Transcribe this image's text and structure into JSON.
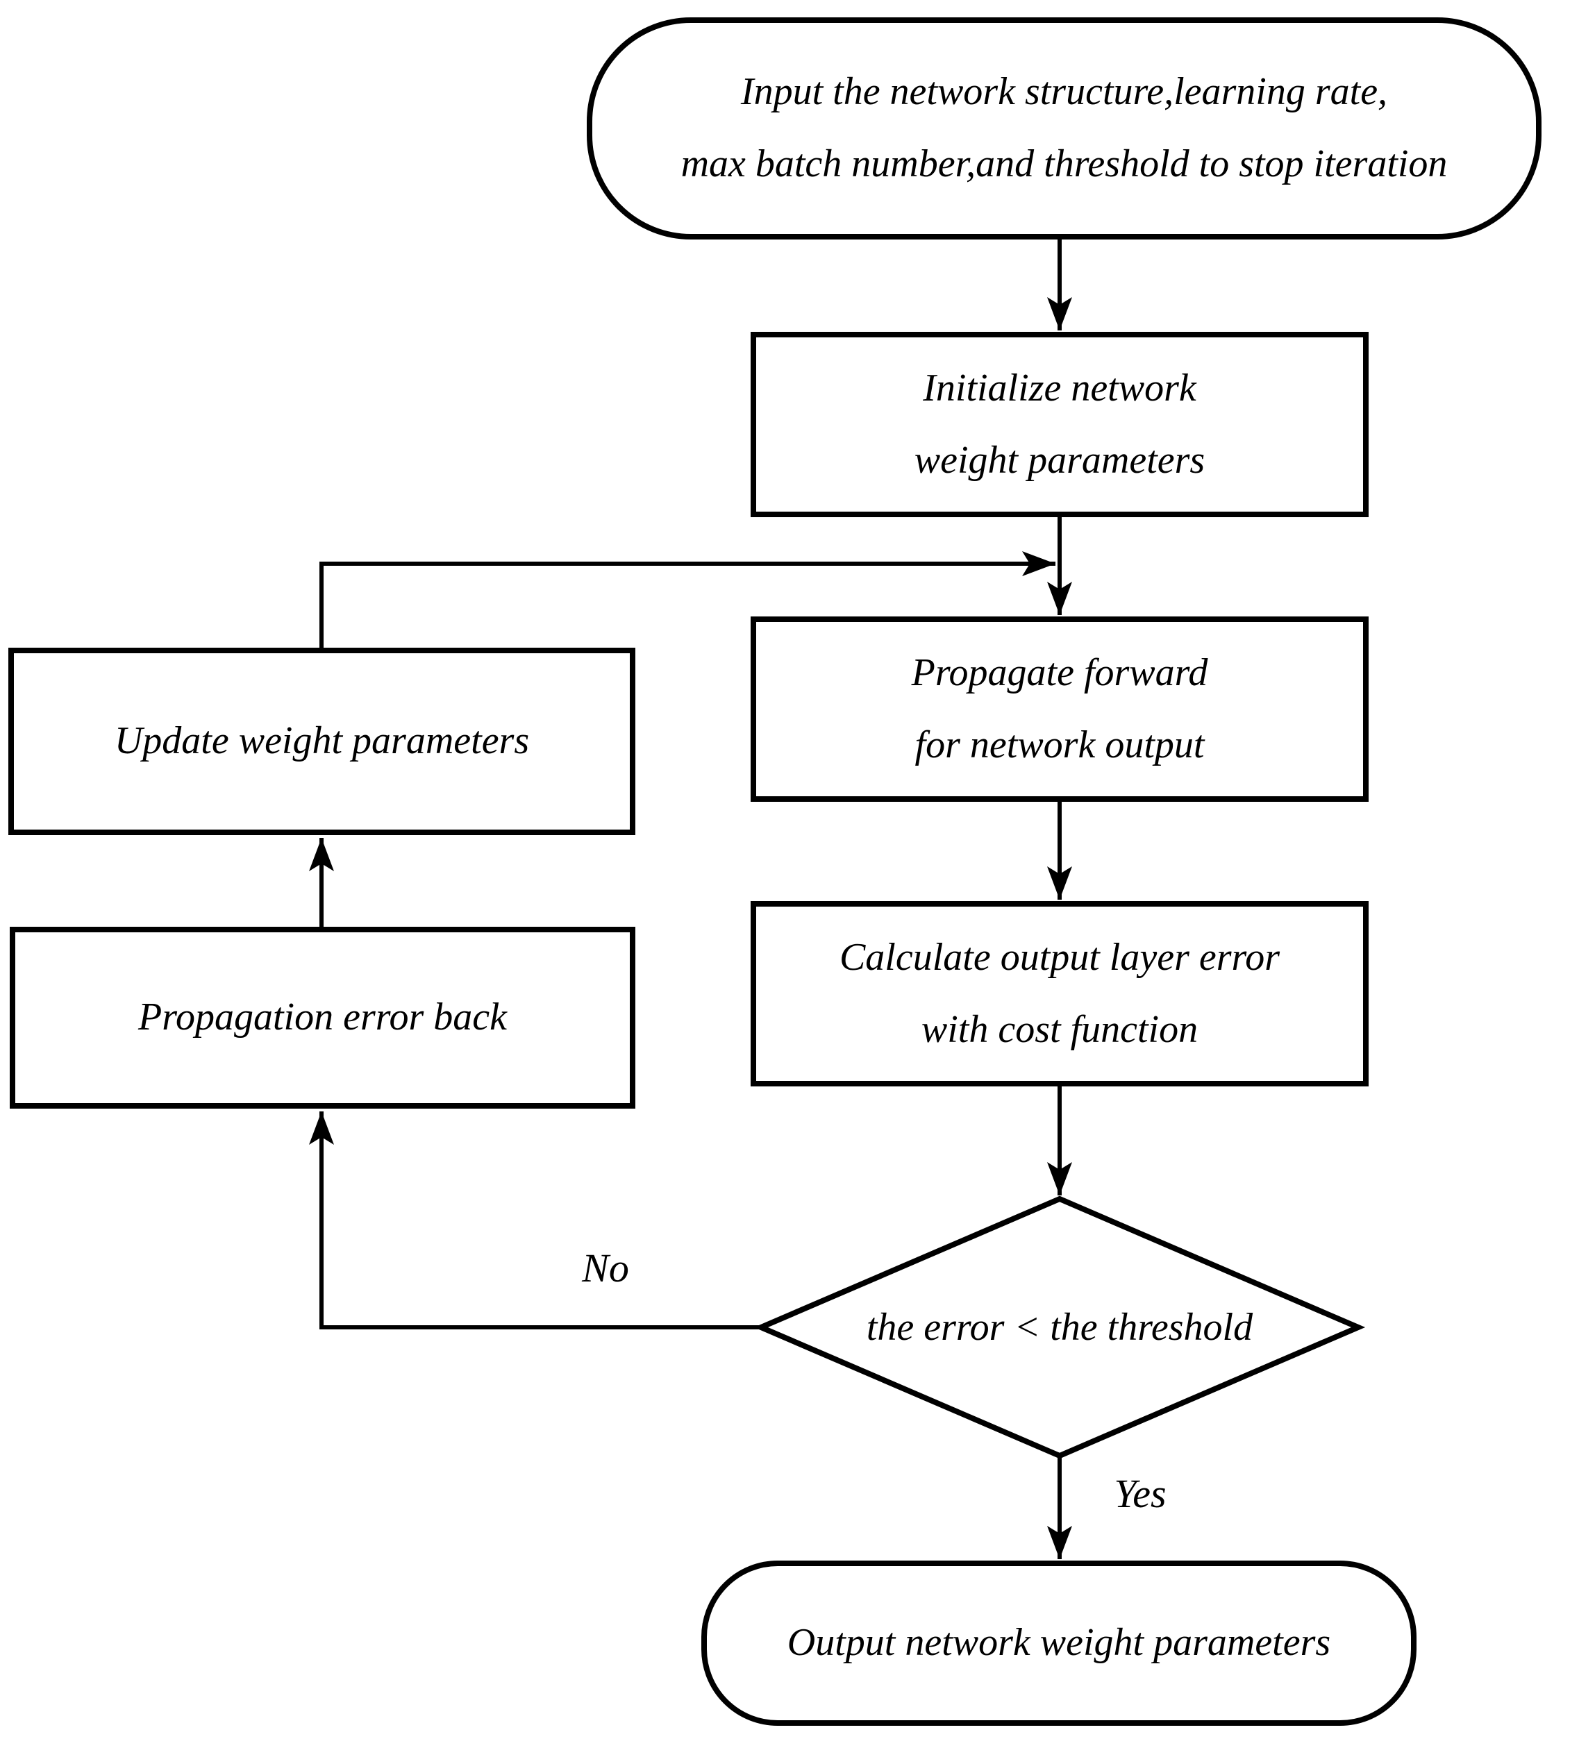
{
  "figure": {
    "background": "#ffffff",
    "line_color": "#000000",
    "type": "flowchart"
  },
  "nodes": {
    "input": {
      "shape": "terminator",
      "lines": [
        "Input the network structure,learning rate,",
        "max batch number,and threshold to stop iteration"
      ]
    },
    "initialize": {
      "shape": "process",
      "lines": [
        "Initialize network",
        "weight parameters"
      ]
    },
    "propagate": {
      "shape": "process",
      "lines": [
        "Propagate forward",
        "for network output"
      ]
    },
    "calculate": {
      "shape": "process",
      "lines": [
        "Calculate output layer error",
        "with cost function"
      ]
    },
    "decision": {
      "shape": "decision",
      "label": "the error < the threshold"
    },
    "update": {
      "shape": "process",
      "label": "Update weight parameters"
    },
    "backprop": {
      "shape": "process",
      "label": "Propagation error back"
    },
    "output": {
      "shape": "terminator",
      "label": "Output network weight parameters"
    }
  },
  "edge_labels": {
    "no": "No",
    "yes": "Yes"
  }
}
